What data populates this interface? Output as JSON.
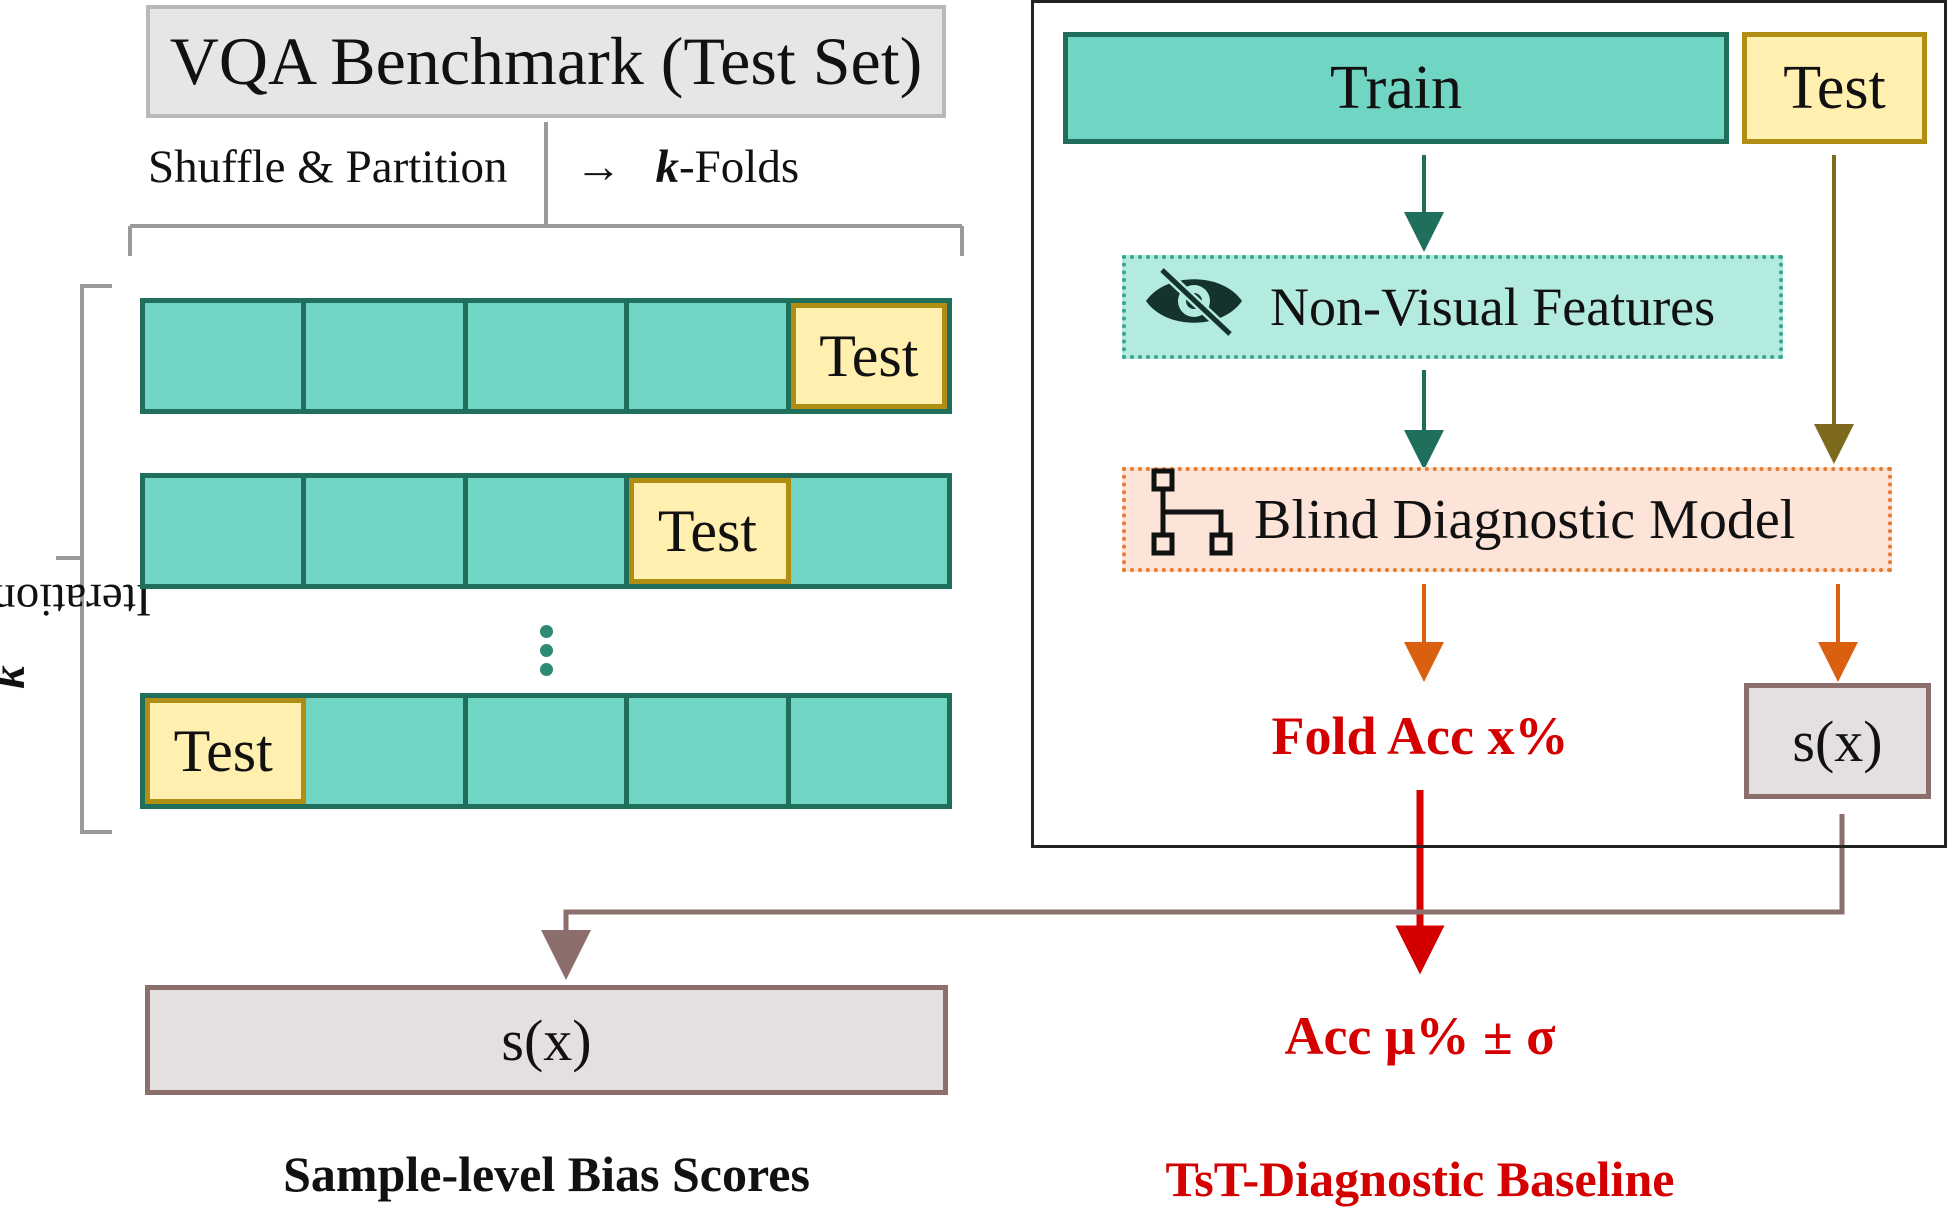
{
  "benchmark": {
    "title": "VQA Benchmark (Test Set)"
  },
  "partition": {
    "action": "Shuffle & Partition",
    "arrow": "→",
    "k": "k",
    "folds_suffix": "-Folds"
  },
  "folds": {
    "iterations_k": "k",
    "iterations_label": " Iterations",
    "rows": [
      {
        "cells": [
          "",
          "",
          "",
          "",
          "Test"
        ],
        "test_index": 4
      },
      {
        "cells": [
          "",
          "",
          "",
          "Test",
          ""
        ],
        "test_index": 3
      },
      {
        "cells": [
          "Test",
          "",
          "",
          "",
          ""
        ],
        "test_index": 0
      }
    ]
  },
  "pipeline": {
    "train_label": "Train",
    "test_label": "Test",
    "nonvisual_label": "Non-Visual Features",
    "nonvisual_icon": "eye-slash-icon",
    "model_label": "Blind Diagnostic Model",
    "model_icon": "hierarchy-icon",
    "fold_acc": "Fold Acc x%",
    "score_small": "s(x)"
  },
  "outputs": {
    "score_big": "s(x)",
    "acc_final": "Acc μ% ± σ",
    "caption_left": "Sample-level Bias Scores",
    "caption_right": "TsT-Diagnostic Baseline"
  },
  "colors": {
    "teal": "#70d6c3",
    "teal_dark": "#1f6f5c",
    "test_fill": "#fff0b0",
    "test_border": "#b08e14",
    "accent_red": "#d40000",
    "orange": "#e67a2e",
    "score_border": "#8c6e6c"
  }
}
